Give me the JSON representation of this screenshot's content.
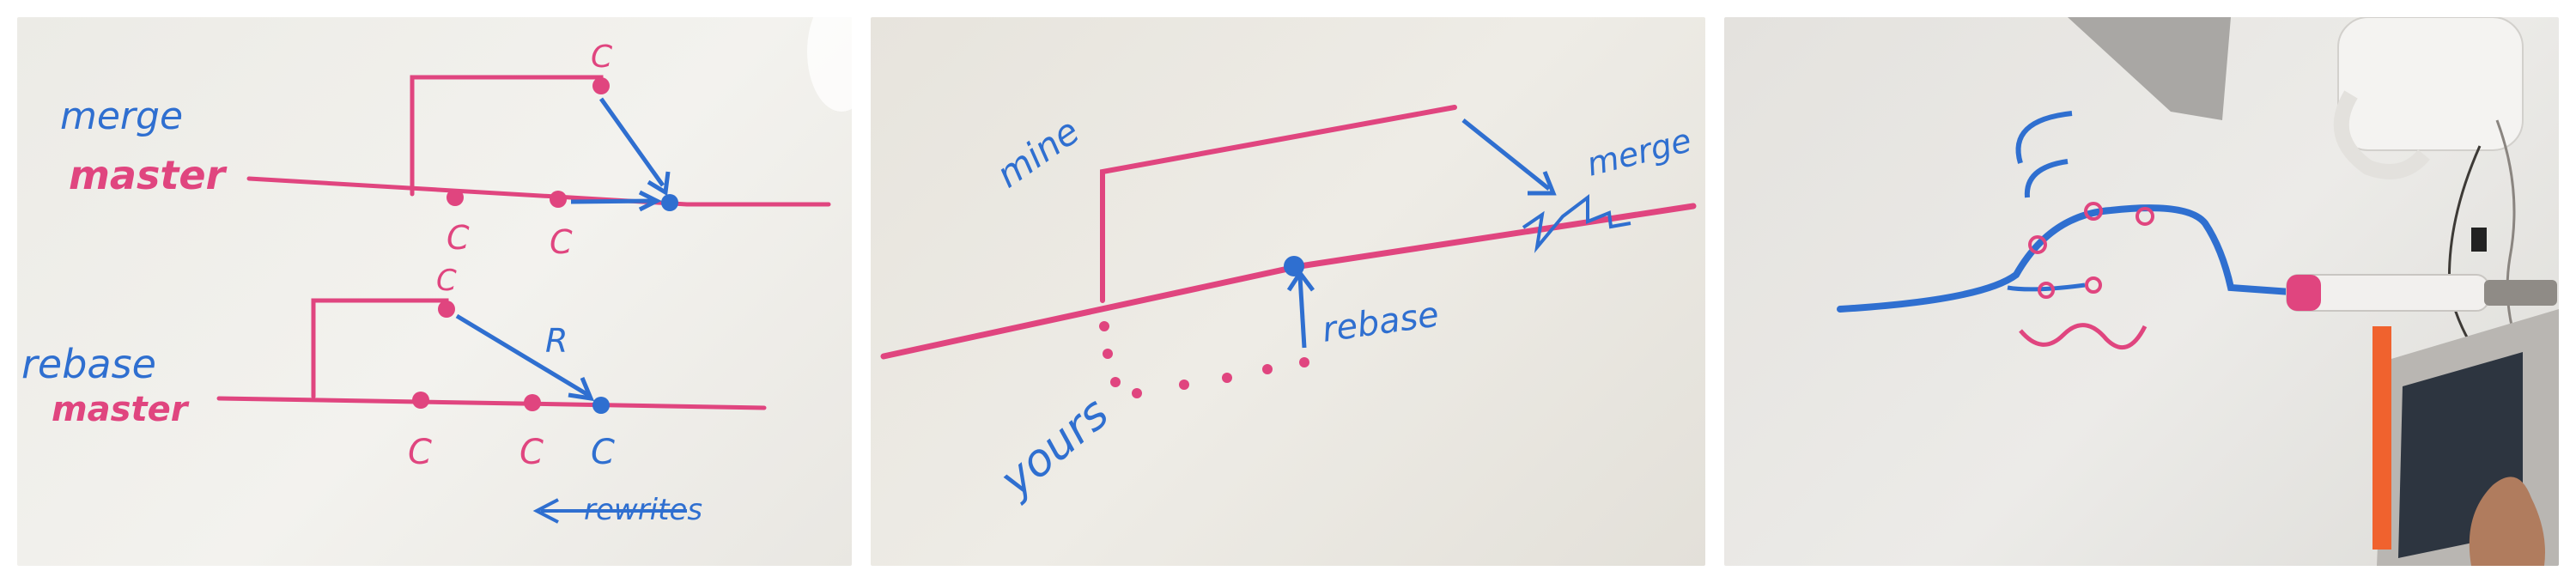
{
  "colors": {
    "marker_pink": "#e0457f",
    "marker_blue": "#2f6fd0",
    "whiteboard": "#eceae5"
  },
  "panel1": {
    "merge_label": "merge",
    "master_label_top": "master",
    "rebase_label": "rebase",
    "master_label_bottom": "master",
    "commit_letter": "C",
    "rebase_arrow_letter": "R",
    "rewrites_label": "rewrites"
  },
  "panel2": {
    "mine_label": "mine",
    "merge_label": "merge",
    "rebase_label": "rebase",
    "yours_label": "yours"
  },
  "panel3": {
    "objects": [
      "marker-cap",
      "coffee-mug",
      "laptop",
      "hand"
    ]
  }
}
